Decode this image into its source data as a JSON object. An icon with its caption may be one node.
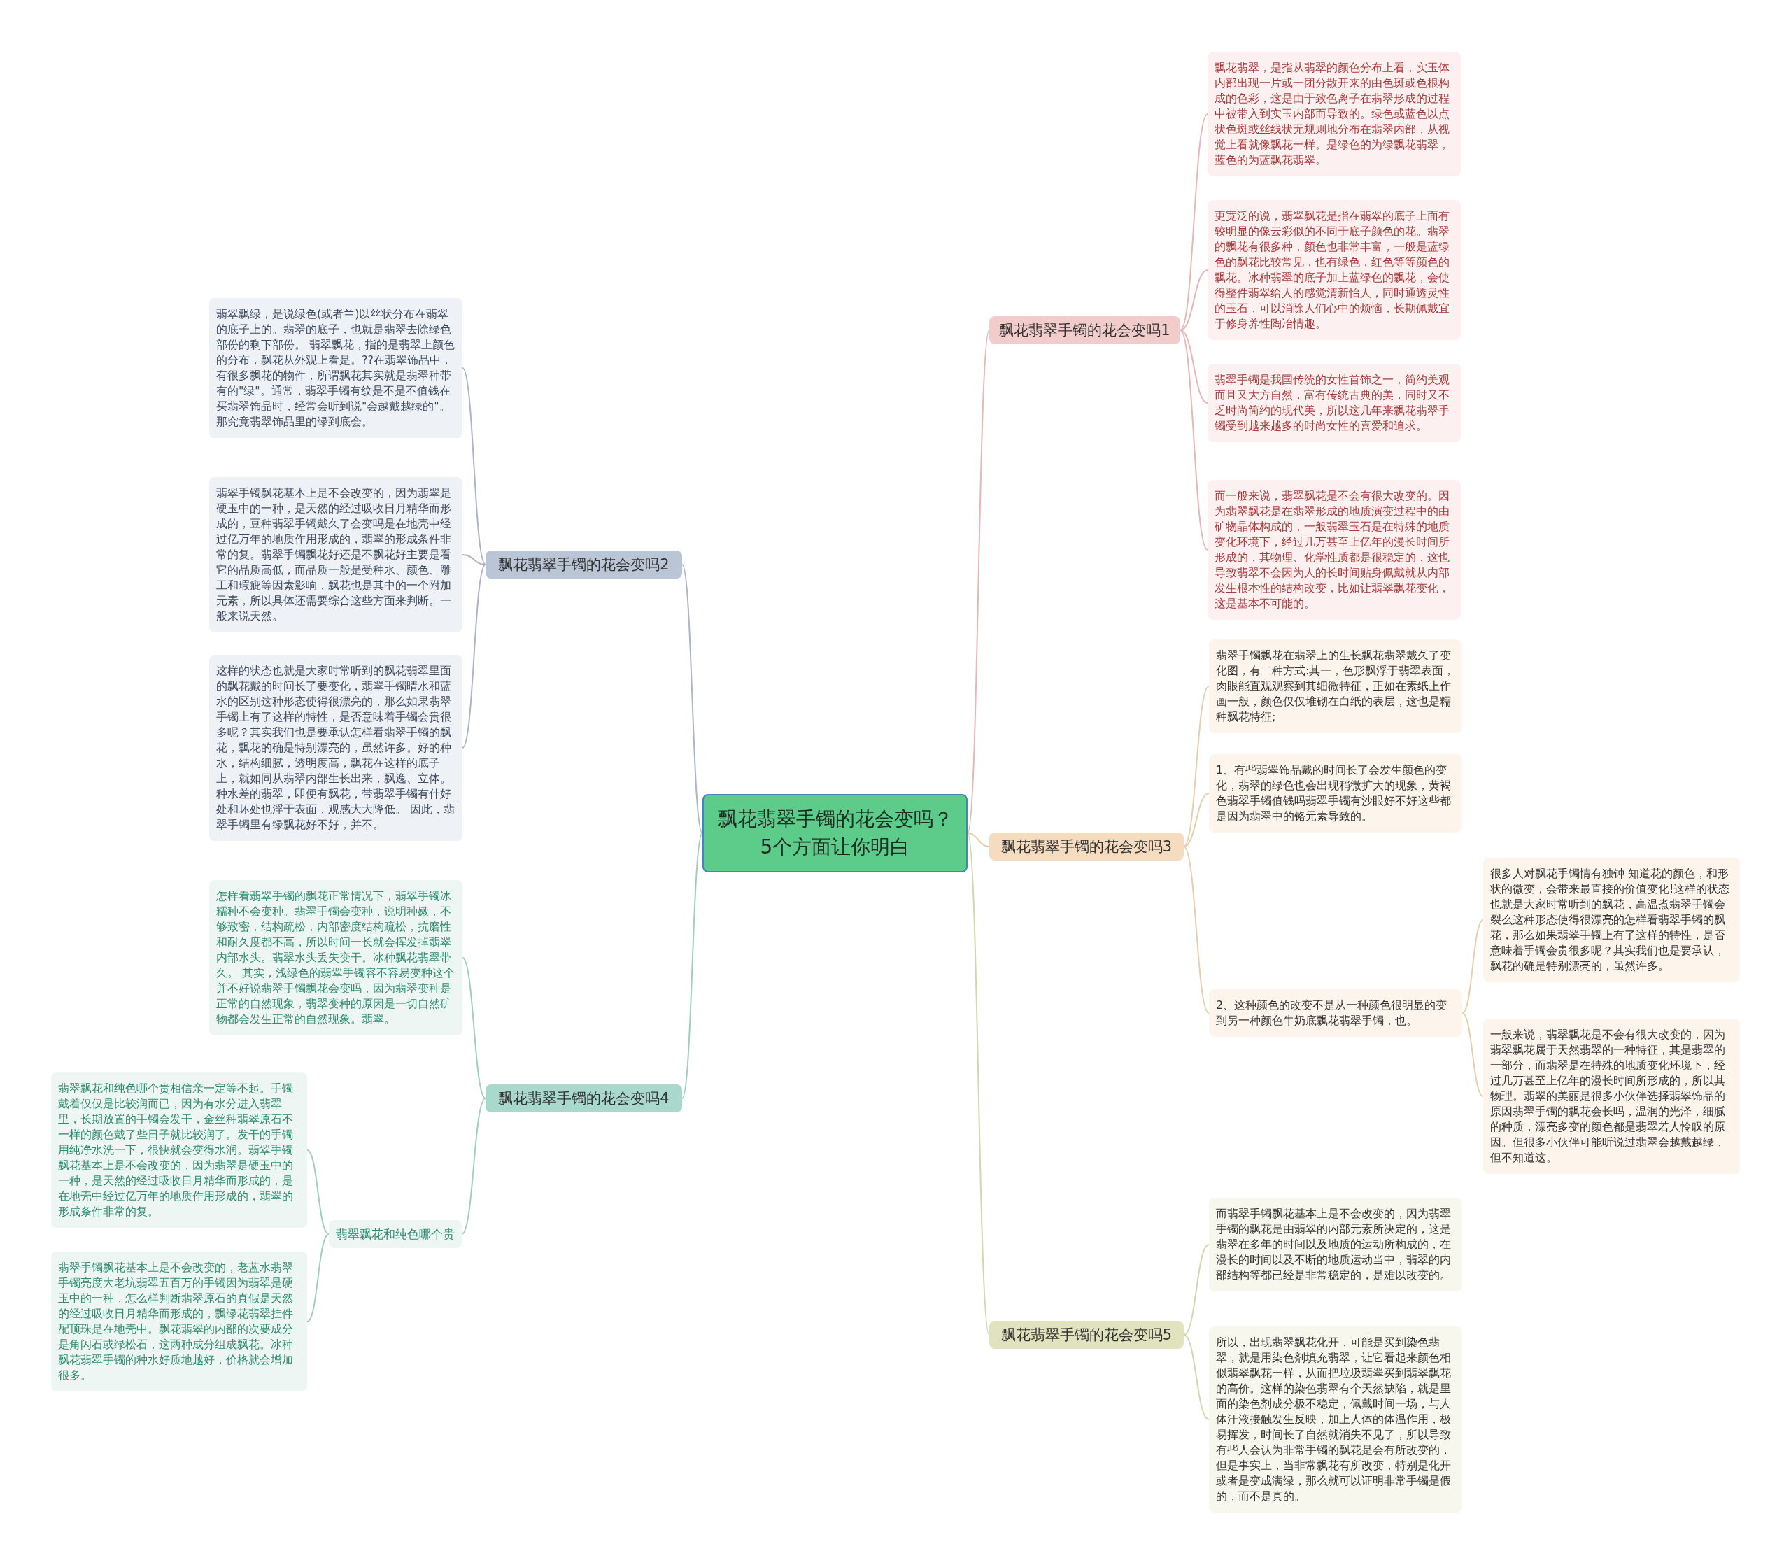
{
  "diagram": {
    "nodes": [
      {
        "text": [
          "飘花翡翠手镯的花会变吗？5个方面让你明白"
        ]
      },
      {
        "text": [
          "飘花翡翠手镯的花会变吗1"
        ]
      },
      {
        "text": [
          "飘花翡翠，是指从翡翠的颜色分布上看，实玉体内部出现一片或一团分散开来的由色斑或色根构成的色彩，这是由于致色离子在翡翠形成的过程中被带入到实玉内部而导致的。绿色或蓝色以点状色斑或丝线状无规则地分布在翡翠内部，从视觉上看就像飘花一样。是绿色的为绿飘花翡翠，蓝色的为蓝飘花翡翠。"
        ]
      },
      {
        "text": [
          "更宽泛的说，翡翠飘花是指在翡翠的底子上面有较明显的像云彩似的不同于底子颜色的花。翡翠的飘花有很多种，颜色也非常丰富，一般是蓝绿色的飘花比较常见，也有绿色，红色等等颜色的飘花。冰种翡翠的底子加上蓝绿色的飘花，会使得整件翡翠给人的感觉清新怡人，同时通透灵性的玉石，可以消除人们心中的烦恼，长期佩戴宜于修身养性陶冶情趣。"
        ]
      },
      {
        "text": [
          "翡翠手镯是我国传统的女性首饰之一，简约美观而且又大方自然，富有传统古典的美，同时又不乏时尚简约的现代美，所以这几年来飘花翡翠手镯受到越来越多的时尚女性的喜爱和追求。"
        ]
      },
      {
        "text": [
          "而一般来说，翡翠飘花是不会有很大改变的。因为翡翠飘花是在翡翠形成的地质演变过程中的由矿物晶体构成的，一般翡翠玉石是在特殊的地质变化环境下，经过几万甚至上亿年的漫长时间所形成的，其物理、化学性质都是很稳定的，这也导致翡翠不会因为人的长时间贴身佩戴就从内部发生根本性的结构改变，比如让翡翠飘花变化，这是基本不可能的。"
        ]
      },
      {
        "text": [
          "飘花翡翠手镯的花会变吗2"
        ]
      },
      {
        "text": [
          "翡翠飘绿，是说绿色(或者兰)以丝状分布在翡翠的底子上的。翡翠的底子，也就是翡翠去除绿色部份的剩下部份。 翡翠飘花，指的是翡翠上颜色的分布，飘花从外观上看是。??在翡翠饰品中，有很多飘花的物件，所谓飘花其实就是翡翠种带有的\"绿\"。通常，翡翠手镯有纹是不是不值钱在买翡翠饰品时，经常会听到说\"会越戴越绿的\"。那究竟翡翠饰品里的绿到底会。"
        ]
      },
      {
        "text": [
          "翡翠手镯飘花基本上是不会改变的，因为翡翠是硬玉中的一种，是天然的经过吸收日月精华而形成的，豆种翡翠手镯戴久了会变吗是在地壳中经过亿万年的地质作用形成的，翡翠的形成条件非常的复。翡翠手镯飘花好还是不飘花好主要是看它的品质高低，而品质一般是受种水、颜色、雕工和瑕疵等因素影响，飘花也是其中的一个附加元素，所以具体还需要综合这些方面来判断。一般来说天然。"
        ]
      },
      {
        "text": [
          "这样的状态也就是大家时常听到的飘花翡翠里面的飘花戴的时间长了要变化，翡翠手镯晴水和蓝水的区别这种形态使得很漂亮的，那么如果翡翠手镯上有了这样的特性，是否意味着手镯会贵很多呢？其实我们也是要承认怎样看翡翠手镯的飘花，飘花的确是特别漂亮的，虽然许多。好的种水，结构细腻，透明度高，飘花在这样的底子上，就如同从翡翠内部生长出来，飘逸、立体。种水差的翡翠，即便有飘花，带翡翠手镯有什好处和坏处也浮于表面，观感大大降低。 因此，翡翠手镯里有绿飘花好不好，并不。"
        ]
      },
      {
        "text": [
          "飘花翡翠手镯的花会变吗3"
        ]
      },
      {
        "text": [
          "翡翠手镯飘花在翡翠上的生长飘花翡翠戴久了变化图，有二种方式:其一，色形飘浮于翡翠表面，肉眼能直观观察到其细微特征，正如在素纸上作画一般，颜色仅仅堆砌在白纸的表层，这也是糯种飘花特征;"
        ]
      },
      {
        "text": [
          "1、有些翡翠饰品戴的时间长了会发生颜色的变化，翡翠的绿色也会出现稍微扩大的现象，黄褐色翡翠手镯值钱吗翡翠手镯有沙眼好不好这些都是因为翡翠中的铬元素导致的。"
        ]
      },
      {
        "text": [
          "2、这种颜色的改变不是从一种颜色很明显的变到另一种颜色牛奶底飘花翡翠手镯，也。"
        ]
      },
      {
        "text": [
          "很多人对飘花手镯情有独钟 知道花的颜色，和形状的微变，会带来最直接的价值变化!这样的状态也就是大家时常听到的飘花，高温煮翡翠手镯会裂么这种形态使得很漂亮的怎样看翡翠手镯的飘花，那么如果翡翠手镯上有了这样的特性，是否意味着手镯会贵很多呢？其实我们也是要承认，飘花的确是特别漂亮的，虽然许多。"
        ]
      },
      {
        "text": [
          "一般来说，翡翠飘花是不会有很大改变的，因为翡翠飘花属于天然翡翠的一种特征，其是翡翠的一部分，而翡翠是在特殊的地质变化环境下，经过几万甚至上亿年的漫长时间所形成的，所以其物理。翡翠的美丽是很多小伙伴选择翡翠饰品的原因翡翠手镯的飘花会长吗，温润的光泽，细腻的种质，漂亮多变的颜色都是翡翠若人怜叹的原因。但很多小伙伴可能听说过翡翠会越戴越绿，但不知道这。"
        ]
      },
      {
        "text": [
          "飘花翡翠手镯的花会变吗4"
        ]
      },
      {
        "text": [
          "怎样看翡翠手镯的飘花正常情况下，翡翠手镯冰糯种不会变种。翡翠手镯会变种，说明种嫩，不够致密，结构疏松，内部密度结构疏松，抗磨性和耐久度都不高，所以时间一长就会挥发掉翡翠内部水头。翡翠水头丢失变干。冰种飘花翡翠带久。 其实，浅绿色的翡翠手镯容不容易变种这个并不好说翡翠手镯飘花会变吗，因为翡翠变种是正常的自然现象，翡翠变种的原因是一切自然矿物都会发生正常的自然现象。翡翠。"
        ]
      },
      {
        "text": [
          "翡翠飘花和纯色哪个贵"
        ]
      },
      {
        "text": [
          "翡翠飘花和纯色哪个贵相信亲一定等不起。手镯戴着仅仅是比较润而已，因为有水分进入翡翠里，长期放置的手镯会发干，金丝种翡翠原石不一样的颜色戴了些日子就比较润了。发干的手镯用纯净水洗一下，很快就会变得水润。翡翠手镯飘花基本上是不会改变的，因为翡翠是硬玉中的一种，是天然的经过吸收日月精华而形成的，是在地壳中经过亿万年的地质作用形成的，翡翠的形成条件非常的复。"
        ]
      },
      {
        "text": [
          "翡翠手镯飘花基本上是不会改变的，老蓝水翡翠手镯亮度大老坑翡翠五百万的手镯因为翡翠是硬玉中的一种，怎么样判断翡翠原石的真假是天然的经过吸收日月精华而形成的，飘绿花翡翠挂件配顶珠是在地壳中。飘花翡翠的内部的次要成分是角闪石或绿松石，这两种成分组成飘花。冰种飘花翡翠手镯的种水好质地越好，价格就会增加很多。"
        ]
      },
      {
        "text": [
          "飘花翡翠手镯的花会变吗5"
        ]
      },
      {
        "text": [
          "而翡翠手镯飘花基本上是不会改变的，因为翡翠手镯的飘花是由翡翠的内部元素所决定的，这是翡翠在多年的时间以及地质的运动所构成的，在漫长的时间以及不断的地质运动当中，翡翠的内部结构等都已经是非常稳定的，是难以改变的。"
        ]
      },
      {
        "text": [
          "所以，出现翡翠飘花化开，可能是买到染色翡翠，就是用染色剂填充翡翠，让它看起来颜色相似翡翠飘花一样，从而把垃圾翡翠买到翡翠飘花的高价。这样的染色翡翠有个天然缺陷，就是里面的染色剂成分极不稳定，佩戴时间一场，与人体汗液接触发生反映，加上人体的体温作用，极易挥发，时间长了自然就消失不见了，所以导致有些人会认为非常手镯的飘花是会有所改变的，但是事实上，当非常飘花有所改变，特别是化开或者是变成满绿，那么就可以证明非常手镯是假的，而不是真的。"
        ]
      }
    ],
    "edges": [
      {
        "from": 0,
        "to": 1,
        "arrow": "none",
        "color": "#e6b7b7"
      },
      {
        "from": 1,
        "to": 2,
        "arrow": "none",
        "color": "#e6b7b7"
      },
      {
        "from": 1,
        "to": 3,
        "arrow": "none",
        "color": "#e6b7b7"
      },
      {
        "from": 1,
        "to": 4,
        "arrow": "none",
        "color": "#e6b7b7"
      },
      {
        "from": 1,
        "to": 5,
        "arrow": "none",
        "color": "#e6b7b7"
      },
      {
        "from": 0,
        "to": 6,
        "arrow": "none",
        "color": "#abb6c9"
      },
      {
        "from": 6,
        "to": 7,
        "arrow": "none",
        "color": "#abb6c9"
      },
      {
        "from": 6,
        "to": 8,
        "arrow": "none",
        "color": "#abb6c9"
      },
      {
        "from": 6,
        "to": 9,
        "arrow": "none",
        "color": "#abb6c9"
      },
      {
        "from": 0,
        "to": 10,
        "arrow": "none",
        "color": "#e7cfac"
      },
      {
        "from": 10,
        "to": 11,
        "arrow": "none",
        "color": "#e7cfac"
      },
      {
        "from": 10,
        "to": 12,
        "arrow": "none",
        "color": "#e7cfac"
      },
      {
        "from": 10,
        "to": 13,
        "arrow": "none",
        "color": "#e7cfac"
      },
      {
        "from": 13,
        "to": 14,
        "arrow": "none",
        "color": "#e7cfac"
      },
      {
        "from": 13,
        "to": 15,
        "arrow": "none",
        "color": "#e7cfac"
      },
      {
        "from": 0,
        "to": 16,
        "arrow": "none",
        "color": "#9ecfc2"
      },
      {
        "from": 16,
        "to": 17,
        "arrow": "none",
        "color": "#9ecfc2"
      },
      {
        "from": 16,
        "to": 18,
        "arrow": "none",
        "color": "#9ecfc2"
      },
      {
        "from": 18,
        "to": 19,
        "arrow": "none",
        "color": "#9ecfc2"
      },
      {
        "from": 18,
        "to": 20,
        "arrow": "none",
        "color": "#9ecfc2"
      },
      {
        "from": 0,
        "to": 21,
        "arrow": "none",
        "color": "#d4d7ad"
      },
      {
        "from": 21,
        "to": 22,
        "arrow": "none",
        "color": "#d4d7ad"
      },
      {
        "from": 21,
        "to": 23,
        "arrow": "none",
        "color": "#d4d7ad"
      }
    ]
  }
}
